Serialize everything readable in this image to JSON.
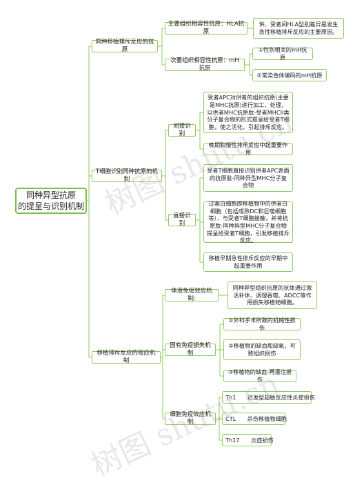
{
  "root": "同种异型抗原\n的提呈与识别机制",
  "branches": [
    {
      "label": "同种移植排斥反应的抗原",
      "children": [
        {
          "label": "主要组织相容性抗原：HLA抗原",
          "leaves": [
            "供、受者间HLA型别差异是发生急性移植排斥反应的主要原因。"
          ]
        },
        {
          "label": "次要组织相容性抗原：mH抗原",
          "leaves": [
            "①性别相关的mH抗原",
            "②常染色体编码的mH抗原"
          ]
        }
      ]
    },
    {
      "label": "T细胞识别同种抗原的机制",
      "children": [
        {
          "label": "间接识别",
          "leaves": [
            "受者APC对供者的组织抗原(主要是MHC抗原)进行加工、处理，以供者MHC抗原肽-受者MHCII类分子复合物的形式提呈给受者T细胞，使之活化，引起排斥反应。",
            "晚期和慢性排斥反应中起重要作用"
          ]
        },
        {
          "label": "直接识别",
          "leaves": [
            "受者T细胞直接识别供者APC表面的抗原肽-同种异型MHC分子复合物",
            "过客白细胞即移植物中的供者白细胞（包括成熟DC和巨噬细胞等），与受者T细胞接触，并将抗原肽-同种异型MHC分子复合物提呈给受者T细胞，引发移植排斥反应。",
            "移植早期急性排斥反应的早期中起重要作用"
          ]
        }
      ]
    },
    {
      "label": "移植排斥反应的效应机制",
      "children": [
        {
          "label": "体液免疫效应机制:",
          "leaves": [
            "同种异型组织抗原的抗体通过激活补体、调理吞噬、ADCC等作用损失移植物细胞。"
          ]
        },
        {
          "label": "固有免疫损失机制",
          "leaves": [
            "①外科手术所致的机械性损伤",
            "②移植物的缺血和缺氧，可致组织损伤",
            "③移植物的缺血-再灌注损伤"
          ]
        },
        {
          "label": "细胞免疫效应机制",
          "leaves": [
            "Th1　　迟发型超敏反应性炎症损伤",
            "CTL　　杀伤移植物细胞",
            "Th17　　炎症损伤"
          ]
        }
      ]
    }
  ],
  "watermark": "树图 shutu.cn",
  "colors": {
    "line": "#8fc95d",
    "root_border": "#7ac043"
  }
}
